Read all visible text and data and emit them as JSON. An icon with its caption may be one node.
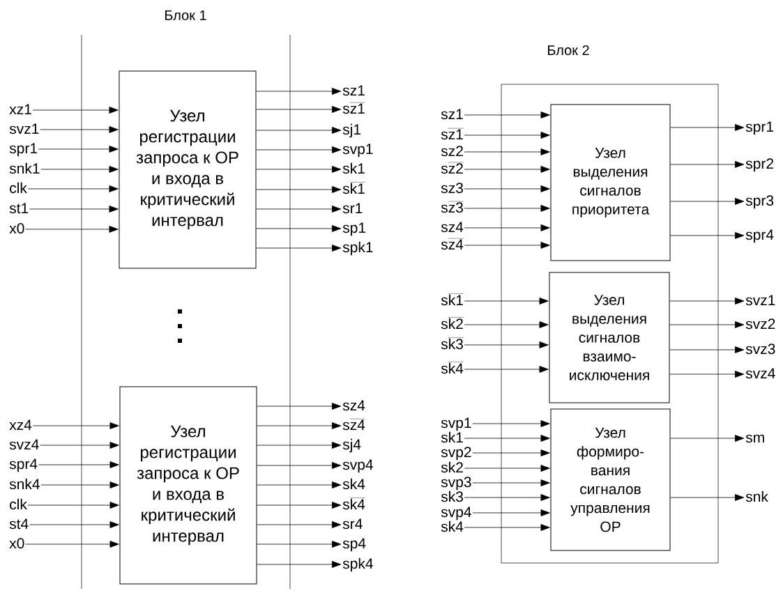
{
  "diagram": {
    "nodes": [
      {
        "text": [
          "Блок 1"
        ]
      },
      {
        "text": [
          "Узел регистрации запроса к ОР и входа в критический интервал"
        ],
        "in": 0
      },
      {
        "text": [
          "Узел регистрации запроса к ОР и входа в критический интервал"
        ],
        "in": 0
      },
      {
        "text": [
          "Блок 2"
        ]
      },
      {
        "text": [
          "Узел выделения сигналов приоритета"
        ],
        "in": 3
      },
      {
        "text": [
          "Узел выделения сигналов взаимо- исключения"
        ],
        "in": 3
      },
      {
        "text": [
          "Узел формиро- вания сигналов управления ОР"
        ],
        "in": 3
      },
      {
        "text": [
          "xz1"
        ]
      },
      {
        "text": [
          "svz1"
        ]
      },
      {
        "text": [
          "spr1"
        ]
      },
      {
        "text": [
          "snk1"
        ]
      },
      {
        "text": [
          "clk"
        ]
      },
      {
        "text": [
          "st1"
        ]
      },
      {
        "text": [
          "x0"
        ]
      },
      {
        "text": [
          "sz1"
        ]
      },
      {
        "text": [
          "\\mathrm{s}\\overline{\\mathrm{z1}}"
        ]
      },
      {
        "text": [
          "sj1"
        ]
      },
      {
        "text": [
          "svp1"
        ]
      },
      {
        "text": [
          "sk1"
        ]
      },
      {
        "text": [
          "\\mathrm{s}\\overline{\\mathrm{k1}}"
        ]
      },
      {
        "text": [
          "sr1"
        ]
      },
      {
        "text": [
          "sp1"
        ]
      },
      {
        "text": [
          "spk1"
        ]
      },
      {
        "text": [
          "xz4"
        ]
      },
      {
        "text": [
          "svz4"
        ]
      },
      {
        "text": [
          "spr4"
        ]
      },
      {
        "text": [
          "snk4"
        ]
      },
      {
        "text": [
          "clk"
        ]
      },
      {
        "text": [
          "st4"
        ]
      },
      {
        "text": [
          "x0"
        ]
      },
      {
        "text": [
          "sz4"
        ]
      },
      {
        "text": [
          "\\mathrm{s}\\overline{\\mathrm{z4}}"
        ]
      },
      {
        "text": [
          "sj4"
        ]
      },
      {
        "text": [
          "svp4"
        ]
      },
      {
        "text": [
          "sk4"
        ]
      },
      {
        "text": [
          "\\mathrm{s}\\overline{\\mathrm{k4}}"
        ]
      },
      {
        "text": [
          "sr4"
        ]
      },
      {
        "text": [
          "sp4"
        ]
      },
      {
        "text": [
          "spk4"
        ]
      },
      {
        "text": [
          "sz1"
        ]
      },
      {
        "text": [
          "\\mathrm{s}\\overline{\\mathrm{z1}}"
        ]
      },
      {
        "text": [
          "sz2"
        ]
      },
      {
        "text": [
          "\\mathrm{s}\\overline{\\mathrm{z2}}"
        ]
      },
      {
        "text": [
          "sz3"
        ]
      },
      {
        "text": [
          "\\mathrm{s}\\overline{\\mathrm{z3}}"
        ]
      },
      {
        "text": [
          "sz4"
        ]
      },
      {
        "text": [
          "\\mathrm{s}\\overline{\\mathrm{z4}}"
        ]
      },
      {
        "text": [
          "spr1"
        ]
      },
      {
        "text": [
          "spr2"
        ]
      },
      {
        "text": [
          "spr3"
        ]
      },
      {
        "text": [
          "spr4"
        ]
      },
      {
        "text": [
          "\\mathrm{s}\\overline{\\mathrm{k1}}"
        ]
      },
      {
        "text": [
          "\\mathrm{s}\\overline{\\mathrm{k2}}"
        ]
      },
      {
        "text": [
          "\\mathrm{s}\\overline{\\mathrm{k3}}"
        ]
      },
      {
        "text": [
          "\\mathrm{s}\\overline{\\mathrm{k4}}"
        ]
      },
      {
        "text": [
          "svz1"
        ]
      },
      {
        "text": [
          "svz2"
        ]
      },
      {
        "text": [
          "svz3"
        ]
      },
      {
        "text": [
          "svz4"
        ]
      },
      {
        "text": [
          "svp1"
        ]
      },
      {
        "text": [
          "sk1"
        ]
      },
      {
        "text": [
          "svp2"
        ]
      },
      {
        "text": [
          "sk2"
        ]
      },
      {
        "text": [
          "svp3"
        ]
      },
      {
        "text": [
          "sk3"
        ]
      },
      {
        "text": [
          "svp4"
        ]
      },
      {
        "text": [
          "sk4"
        ]
      },
      {
        "text": [
          "sm"
        ]
      },
      {
        "text": [
          "snk"
        ]
      }
    ],
    "edges": [
      {
        "from": 7,
        "to": 1,
        "arrow": "to"
      },
      {
        "from": 8,
        "to": 1,
        "arrow": "to"
      },
      {
        "from": 9,
        "to": 1,
        "arrow": "to"
      },
      {
        "from": 10,
        "to": 1,
        "arrow": "to"
      },
      {
        "from": 11,
        "to": 1,
        "arrow": "to"
      },
      {
        "from": 12,
        "to": 1,
        "arrow": "to"
      },
      {
        "from": 13,
        "to": 1,
        "arrow": "to"
      },
      {
        "from": 1,
        "to": 14,
        "arrow": "to"
      },
      {
        "from": 1,
        "to": 15,
        "arrow": "to"
      },
      {
        "from": 1,
        "to": 16,
        "arrow": "to"
      },
      {
        "from": 1,
        "to": 17,
        "arrow": "to"
      },
      {
        "from": 1,
        "to": 18,
        "arrow": "to"
      },
      {
        "from": 1,
        "to": 19,
        "arrow": "to"
      },
      {
        "from": 1,
        "to": 20,
        "arrow": "to"
      },
      {
        "from": 1,
        "to": 21,
        "arrow": "to"
      },
      {
        "from": 1,
        "to": 22,
        "arrow": "to"
      },
      {
        "from": 23,
        "to": 2,
        "arrow": "to"
      },
      {
        "from": 24,
        "to": 2,
        "arrow": "to"
      },
      {
        "from": 25,
        "to": 2,
        "arrow": "to"
      },
      {
        "from": 26,
        "to": 2,
        "arrow": "to"
      },
      {
        "from": 27,
        "to": 2,
        "arrow": "to"
      },
      {
        "from": 28,
        "to": 2,
        "arrow": "to"
      },
      {
        "from": 29,
        "to": 2,
        "arrow": "to"
      },
      {
        "from": 2,
        "to": 30,
        "arrow": "to"
      },
      {
        "from": 2,
        "to": 31,
        "arrow": "to"
      },
      {
        "from": 2,
        "to": 32,
        "arrow": "to"
      },
      {
        "from": 2,
        "to": 33,
        "arrow": "to"
      },
      {
        "from": 2,
        "to": 34,
        "arrow": "to"
      },
      {
        "from": 2,
        "to": 35,
        "arrow": "to"
      },
      {
        "from": 2,
        "to": 36,
        "arrow": "to"
      },
      {
        "from": 2,
        "to": 37,
        "arrow": "to"
      },
      {
        "from": 2,
        "to": 38,
        "arrow": "to"
      },
      {
        "from": 39,
        "to": 4,
        "arrow": "to"
      },
      {
        "from": 40,
        "to": 4,
        "arrow": "to"
      },
      {
        "from": 41,
        "to": 4,
        "arrow": "to"
      },
      {
        "from": 42,
        "to": 4,
        "arrow": "to"
      },
      {
        "from": 43,
        "to": 4,
        "arrow": "to"
      },
      {
        "from": 44,
        "to": 4,
        "arrow": "to"
      },
      {
        "from": 45,
        "to": 4,
        "arrow": "to"
      },
      {
        "from": 46,
        "to": 4,
        "arrow": "to"
      },
      {
        "from": 4,
        "to": 47,
        "arrow": "to"
      },
      {
        "from": 4,
        "to": 48,
        "arrow": "to"
      },
      {
        "from": 4,
        "to": 49,
        "arrow": "to"
      },
      {
        "from": 4,
        "to": 50,
        "arrow": "to"
      },
      {
        "from": 51,
        "to": 5,
        "arrow": "to"
      },
      {
        "from": 52,
        "to": 5,
        "arrow": "to"
      },
      {
        "from": 53,
        "to": 5,
        "arrow": "to"
      },
      {
        "from": 54,
        "to": 5,
        "arrow": "to"
      },
      {
        "from": 5,
        "to": 55,
        "arrow": "to"
      },
      {
        "from": 5,
        "to": 56,
        "arrow": "to"
      },
      {
        "from": 5,
        "to": 57,
        "arrow": "to"
      },
      {
        "from": 5,
        "to": 58,
        "arrow": "to"
      },
      {
        "from": 59,
        "to": 6,
        "arrow": "to"
      },
      {
        "from": 60,
        "to": 6,
        "arrow": "to"
      },
      {
        "from": 61,
        "to": 6,
        "arrow": "to"
      },
      {
        "from": 62,
        "to": 6,
        "arrow": "to"
      },
      {
        "from": 63,
        "to": 6,
        "arrow": "to"
      },
      {
        "from": 64,
        "to": 6,
        "arrow": "to"
      },
      {
        "from": 65,
        "to": 6,
        "arrow": "to"
      },
      {
        "from": 66,
        "to": 6,
        "arrow": "to"
      },
      {
        "from": 6,
        "to": 67,
        "arrow": "to"
      },
      {
        "from": 6,
        "to": 68,
        "arrow": "to"
      }
    ]
  }
}
